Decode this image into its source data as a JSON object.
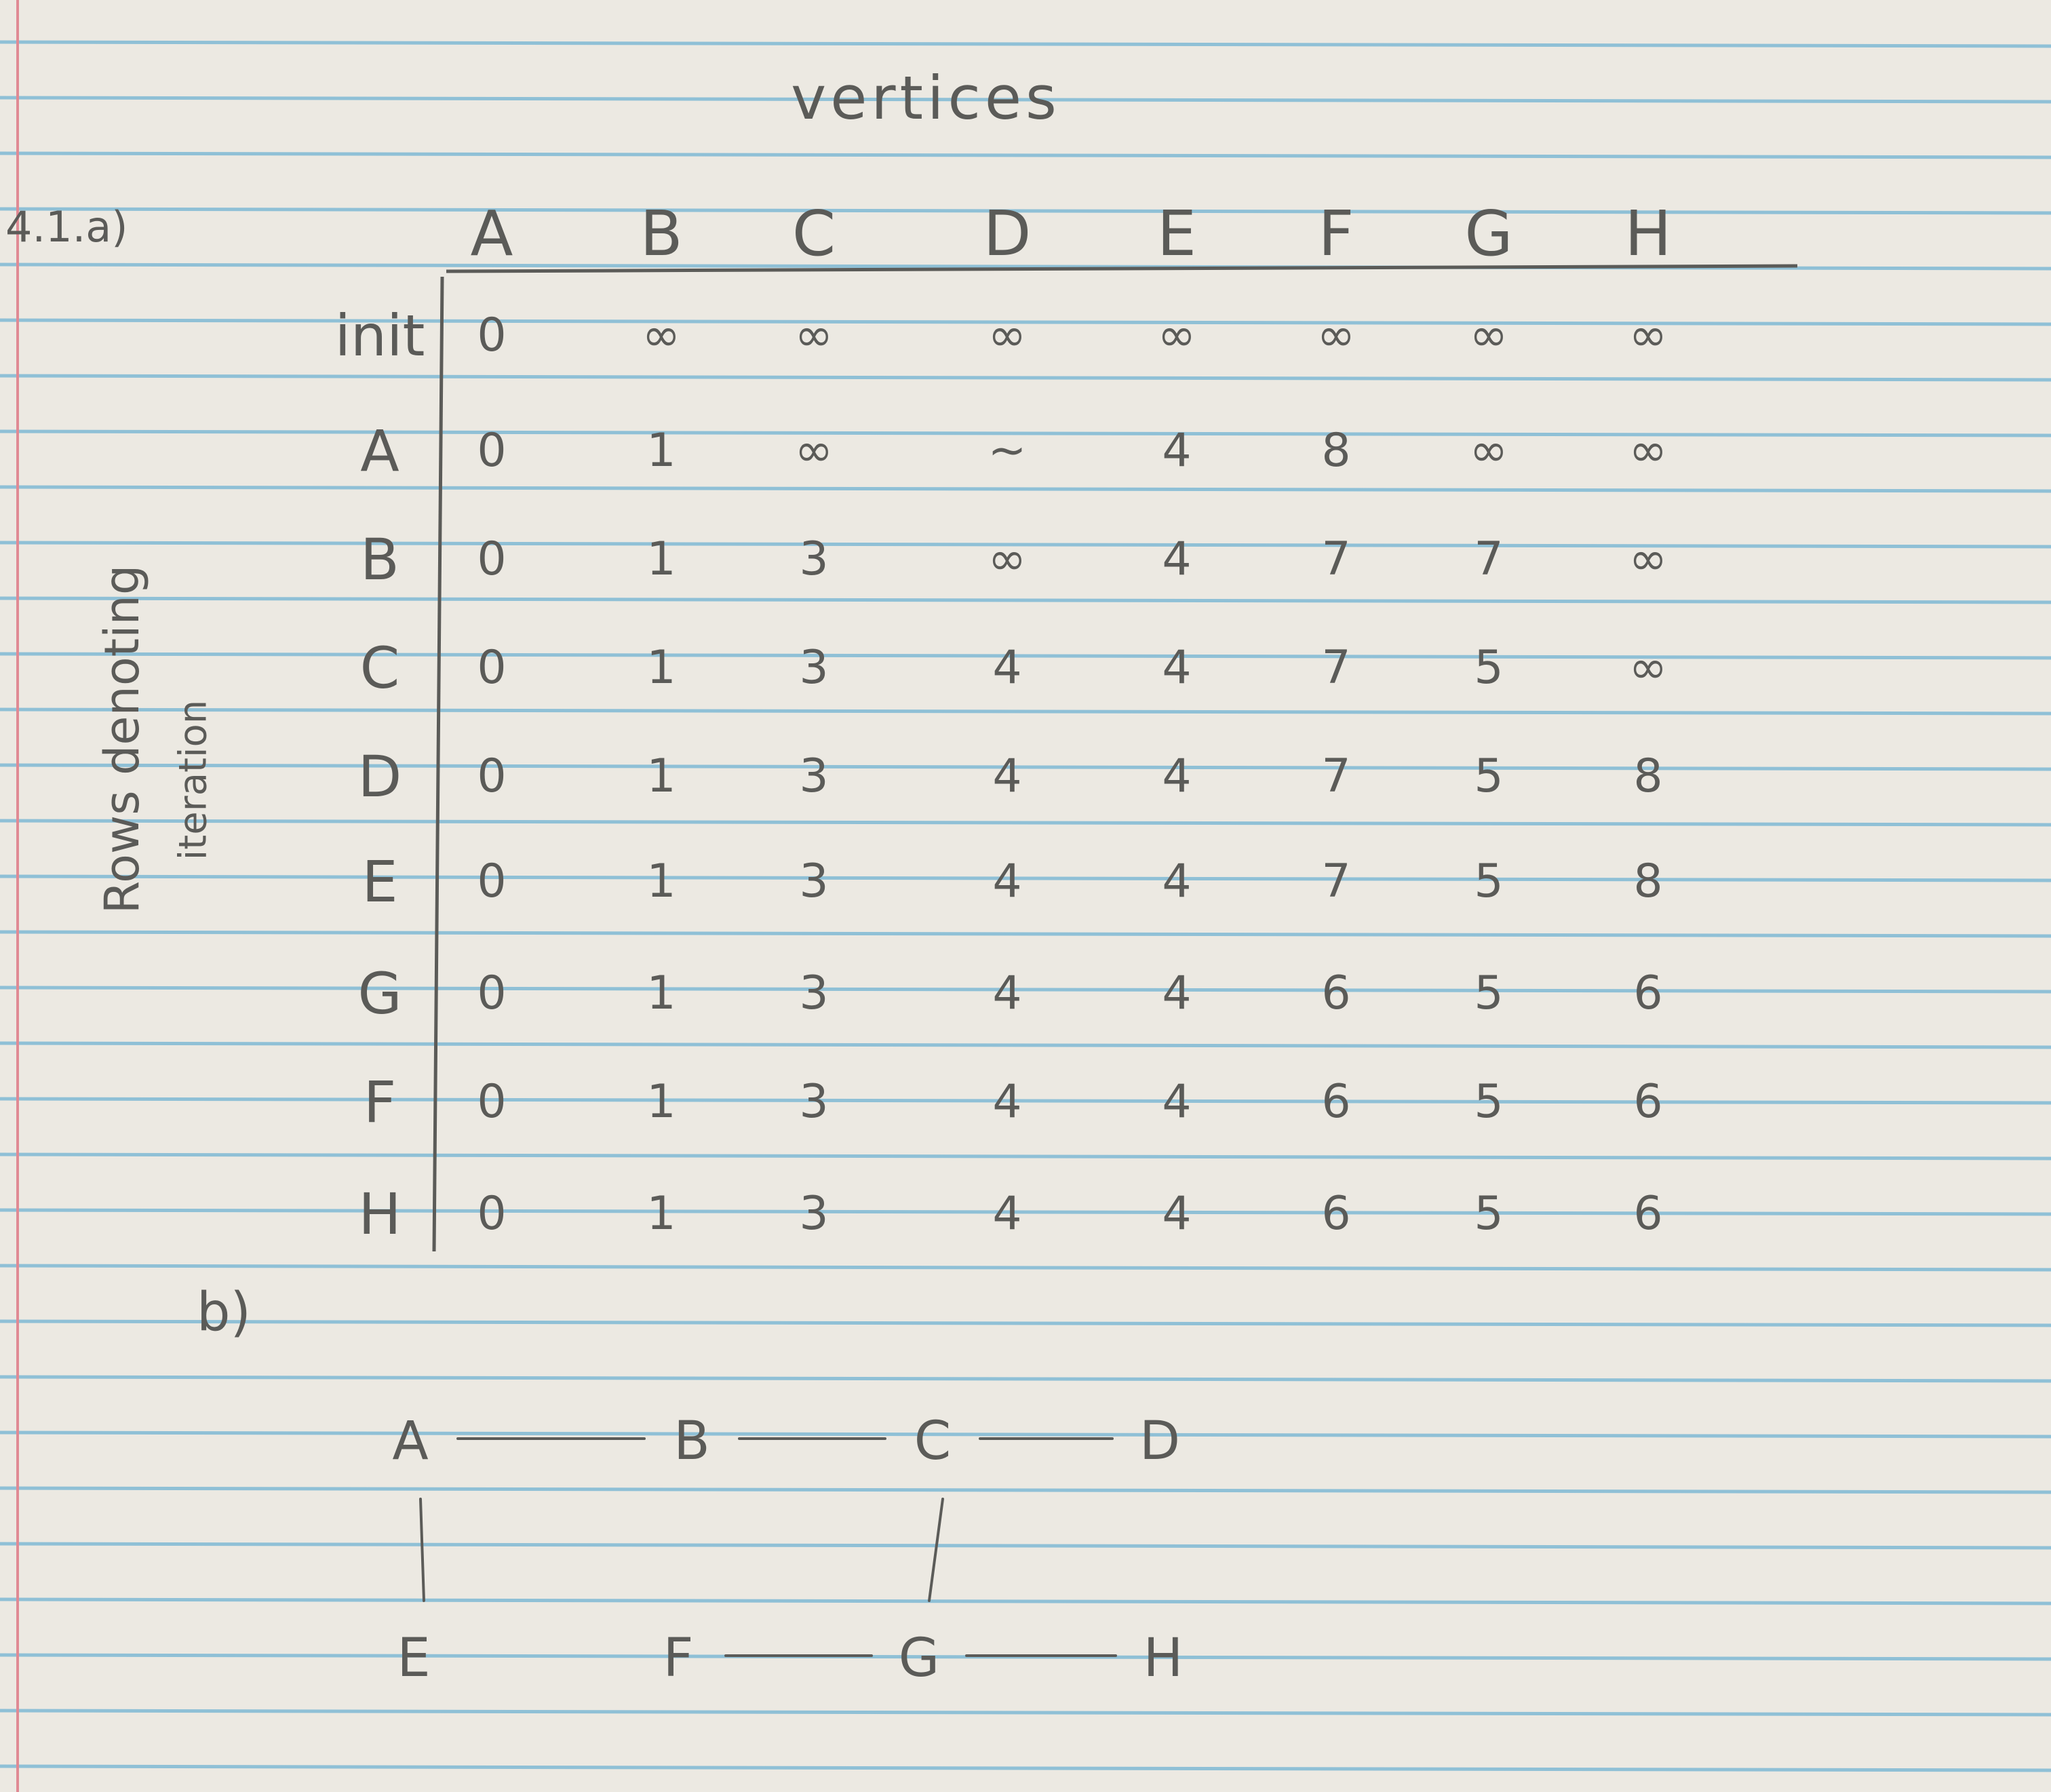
{
  "colors": {
    "paper": "#ece9e2",
    "rule_blue": "#8fc0d6",
    "margin_red": "#e08a94",
    "pencil": "#5b5b58"
  },
  "problem_label": "4.1.a)",
  "table_title": "vertices",
  "side_label_line1": "Rows denoting",
  "side_label_line2": "iteration",
  "columns": [
    "A",
    "B",
    "C",
    "D",
    "E",
    "F",
    "G",
    "H"
  ],
  "rows": [
    {
      "label": "init",
      "values": [
        "0",
        "∞",
        "∞",
        "∞",
        "∞",
        "∞",
        "∞",
        "∞"
      ]
    },
    {
      "label": "A",
      "values": [
        "0",
        "1",
        "∞",
        "~",
        "4",
        "8",
        "∞",
        "∞"
      ]
    },
    {
      "label": "B",
      "values": [
        "0",
        "1",
        "3",
        "∞",
        "4",
        "7",
        "7",
        "∞"
      ]
    },
    {
      "label": "C",
      "values": [
        "0",
        "1",
        "3",
        "4",
        "4",
        "7",
        "5",
        "∞"
      ]
    },
    {
      "label": "D",
      "values": [
        "0",
        "1",
        "3",
        "4",
        "4",
        "7",
        "5",
        "8"
      ]
    },
    {
      "label": "E",
      "values": [
        "0",
        "1",
        "3",
        "4",
        "4",
        "7",
        "5",
        "8"
      ]
    },
    {
      "label": "G",
      "values": [
        "0",
        "1",
        "3",
        "4",
        "4",
        "6",
        "5",
        "6"
      ]
    },
    {
      "label": "F",
      "values": [
        "0",
        "1",
        "3",
        "4",
        "4",
        "6",
        "5",
        "6"
      ]
    },
    {
      "label": "H",
      "values": [
        "0",
        "1",
        "3",
        "4",
        "4",
        "6",
        "5",
        "6"
      ]
    }
  ],
  "part_b_label": "b)",
  "tree_nodes": [
    "A",
    "B",
    "C",
    "D",
    "E",
    "F",
    "G",
    "H"
  ],
  "tree_edges": [
    [
      "A",
      "B"
    ],
    [
      "B",
      "C"
    ],
    [
      "C",
      "D"
    ],
    [
      "A",
      "E"
    ],
    [
      "C",
      "G"
    ],
    [
      "F",
      "G"
    ],
    [
      "G",
      "H"
    ]
  ]
}
